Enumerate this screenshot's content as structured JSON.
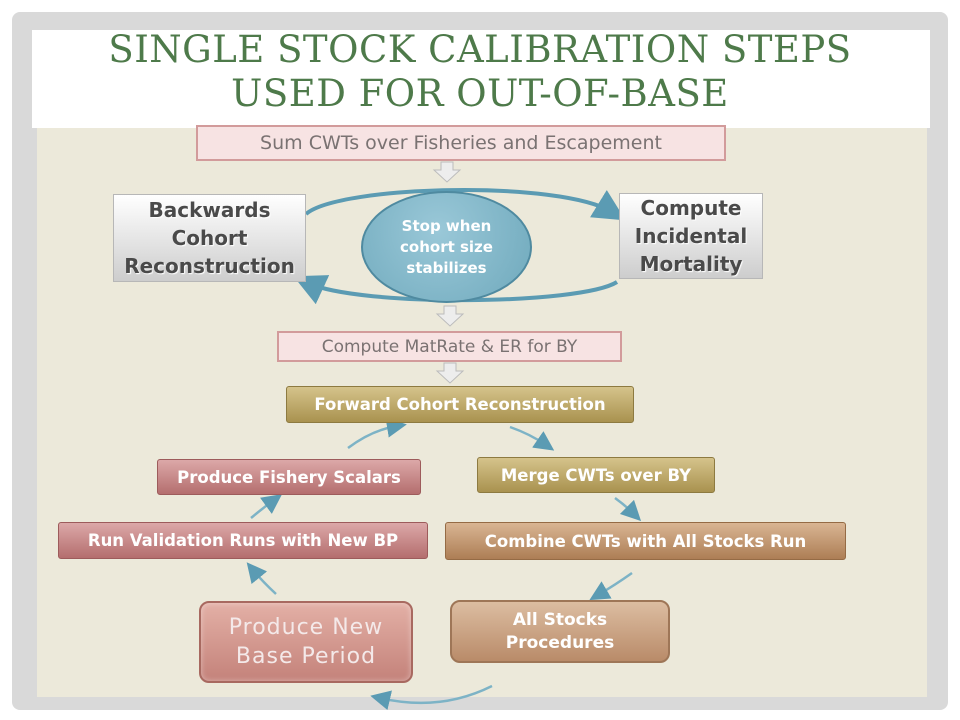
{
  "slide": {
    "title_line1": "SINGLE STOCK CALIBRATION STEPS",
    "title_line2": "USED FOR OUT-OF-BASE"
  },
  "steps": {
    "sum_cwts": "Sum CWTs over Fisheries and Escapement",
    "backwards_line1": "Backwards",
    "backwards_line2": "Cohort",
    "backwards_line3": "Reconstruction",
    "stop_line1": "Stop when",
    "stop_line2": "cohort size",
    "stop_line3": "stabilizes",
    "incidental_line1": "Compute",
    "incidental_line2": "Incidental",
    "incidental_line3": "Mortality",
    "matrate": "Compute MatRate & ER for BY",
    "forward": "Forward Cohort Reconstruction",
    "produce_scalars": "Produce Fishery Scalars",
    "merge_cwts": "Merge CWTs over BY",
    "run_validation": "Run Validation Runs with New BP",
    "combine_cwts": "Combine CWTs with All Stocks Run",
    "new_base_line1": "Produce New",
    "new_base_line2": "Base Period",
    "all_stocks_line1": "All Stocks",
    "all_stocks_line2": "Procedures"
  },
  "colors": {
    "title": "#4e7a4a",
    "panel": "#ece9da",
    "arrow": "#5b9bb3",
    "down_arrow": "#c9c9c9"
  }
}
